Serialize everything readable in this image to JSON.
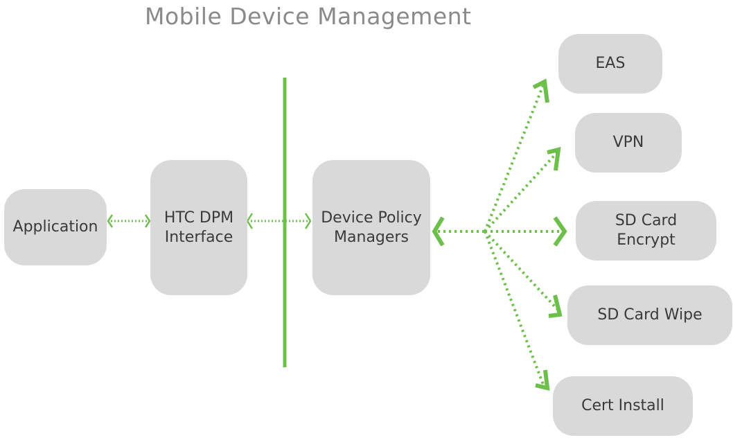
{
  "title": "Mobile Device Management",
  "nodes": {
    "application": "Application",
    "htc_dpm": "HTC DPM\nInterface",
    "dpm": "Device Policy\nManagers",
    "eas": "EAS",
    "vpn": "VPN",
    "sd_encrypt": "SD Card\nEncrypt",
    "sd_wipe": "SD Card Wipe",
    "cert": "Cert Install"
  },
  "colors": {
    "accent": "#6cc04a",
    "box": "#d9d9d9",
    "text": "#3a3a3a",
    "title": "#8a8a8a"
  }
}
